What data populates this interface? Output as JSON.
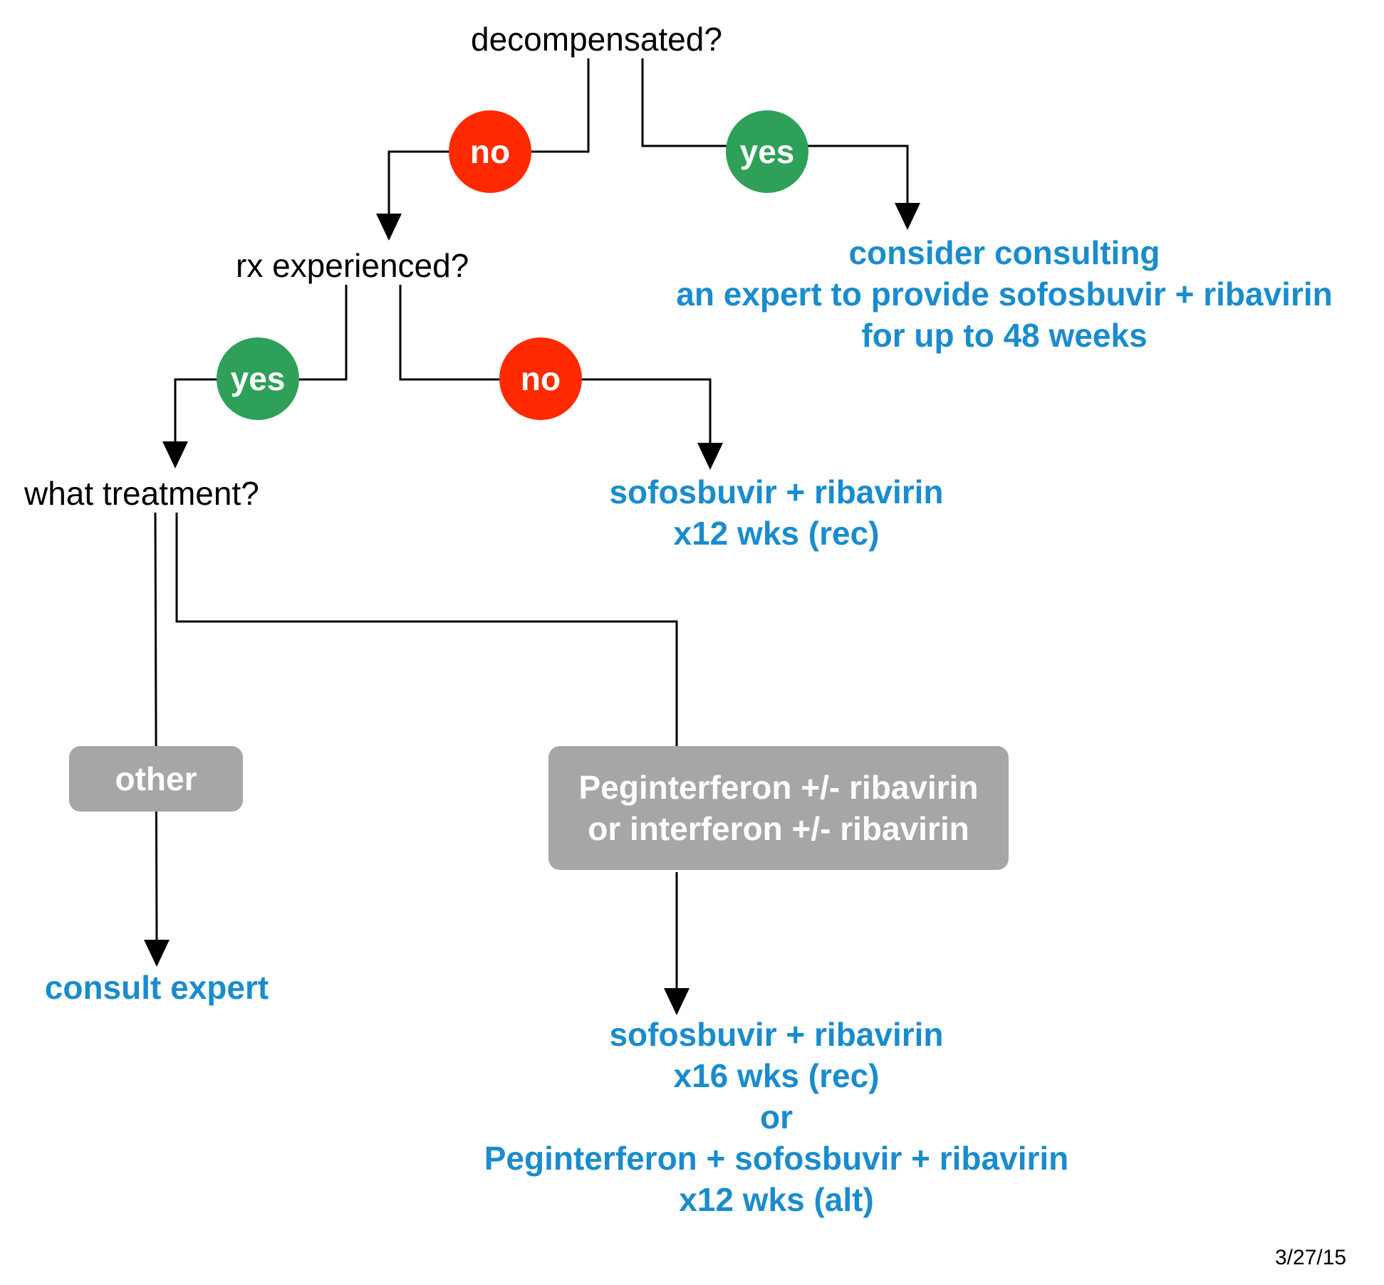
{
  "questions": {
    "decompensated": "decompensated?",
    "rx_experienced": "rx experienced?",
    "what_treatment": "what treatment?"
  },
  "branches": {
    "decompensated_no": "no",
    "decompensated_yes": "yes",
    "rx_yes": "yes",
    "rx_no": "no"
  },
  "categories": {
    "other": "other",
    "peg_line1": "Peginterferon +/- ribavirin",
    "peg_line2": "or interferon +/- ribavirin"
  },
  "outcomes": {
    "consider": [
      "consider consulting",
      "an expert to provide sofosbuvir + ribavirin",
      "for up to 48 weeks"
    ],
    "naive": [
      "sofosbuvir + ribavirin",
      "x12 wks (rec)"
    ],
    "consult": [
      "consult expert"
    ],
    "peg_experienced": [
      "sofosbuvir + ribavirin",
      "x16 wks (rec)",
      "or",
      "Peginterferon + sofosbuvir + ribavirin",
      "x12 wks (alt)"
    ]
  },
  "date": "3/27/15",
  "colors": {
    "no": "#ff2a00",
    "yes": "#2ea05a",
    "outcome_text": "#1a8ccc",
    "box": "#a6a6a6"
  }
}
